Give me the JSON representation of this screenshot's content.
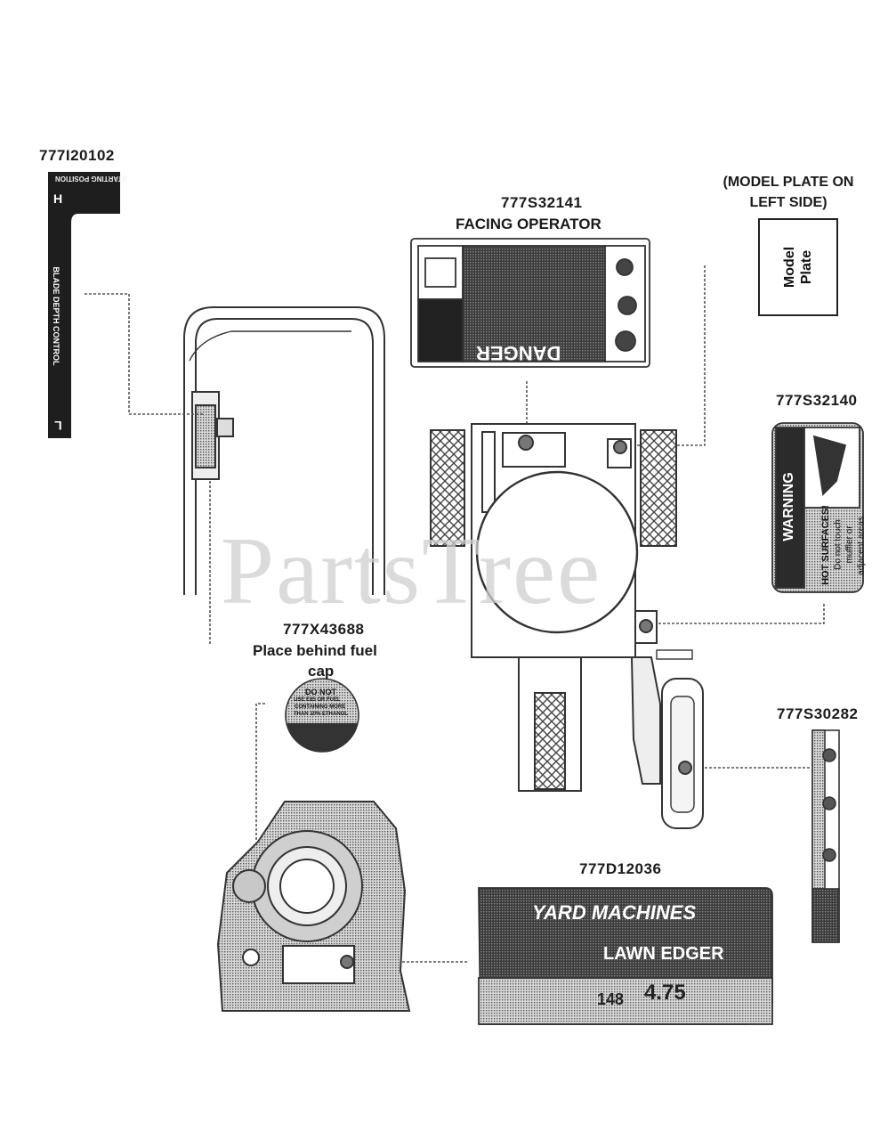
{
  "labels": {
    "handle_decal_pn": "777I20102",
    "handle_decal_top_text": "STARTING POSITION",
    "handle_decal_h": "H",
    "handle_decal_l": "L",
    "handle_decal_text": "BLADE DEPTH CONTROL",
    "danger_pn": "777S32141",
    "danger_location": "FACING OPERATOR",
    "danger_heading": "DANGER",
    "model_plate_note": "(MODEL PLATE ON LEFT SIDE)",
    "model_plate_line1": "Model",
    "model_plate_line2": "Plate",
    "warning_pn": "777S32140",
    "warning_heading": "WARNING",
    "warning_line1": "HOT SURFACES!",
    "warning_line2": "Do not touch",
    "warning_line3": "muffler or",
    "warning_line4": "adjacent areas.",
    "fuel_pn": "777X43688",
    "fuel_location_line1": "Place behind fuel",
    "fuel_location_line2": "cap",
    "fuel_decal_text": "DO NOT",
    "fuel_decal_sub1": "USE E85 OR FUEL",
    "fuel_decal_sub2": "CONTAINING MORE",
    "fuel_decal_sub3": "THAN 10% ETHANOL",
    "side_pn": "777S30282",
    "brand_pn": "777D12036",
    "brand_name": "YARD MACHINES",
    "brand_product": "LAWN EDGER",
    "brand_cc": "148",
    "brand_hp": "4.75",
    "watermark": "PartsTree"
  }
}
